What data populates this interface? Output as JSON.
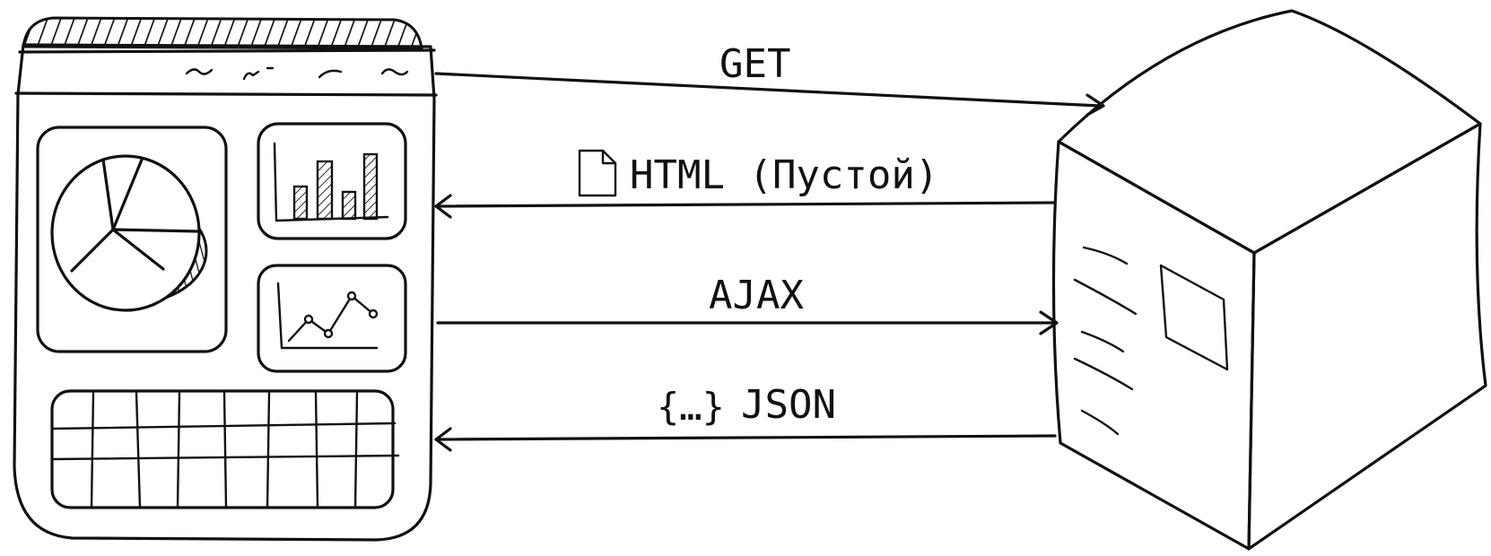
{
  "arrows": [
    {
      "label": "GET",
      "direction": "to-server"
    },
    {
      "label": "HTML (Пустой)",
      "direction": "to-browser",
      "icon": "document-icon"
    },
    {
      "label": "AJAX",
      "direction": "to-server"
    },
    {
      "label": "JSON",
      "direction": "to-browser",
      "icon": "json-braces-icon",
      "icon_text": "{…}"
    }
  ],
  "colors": {
    "ink": "#111111",
    "background": "#ffffff"
  }
}
